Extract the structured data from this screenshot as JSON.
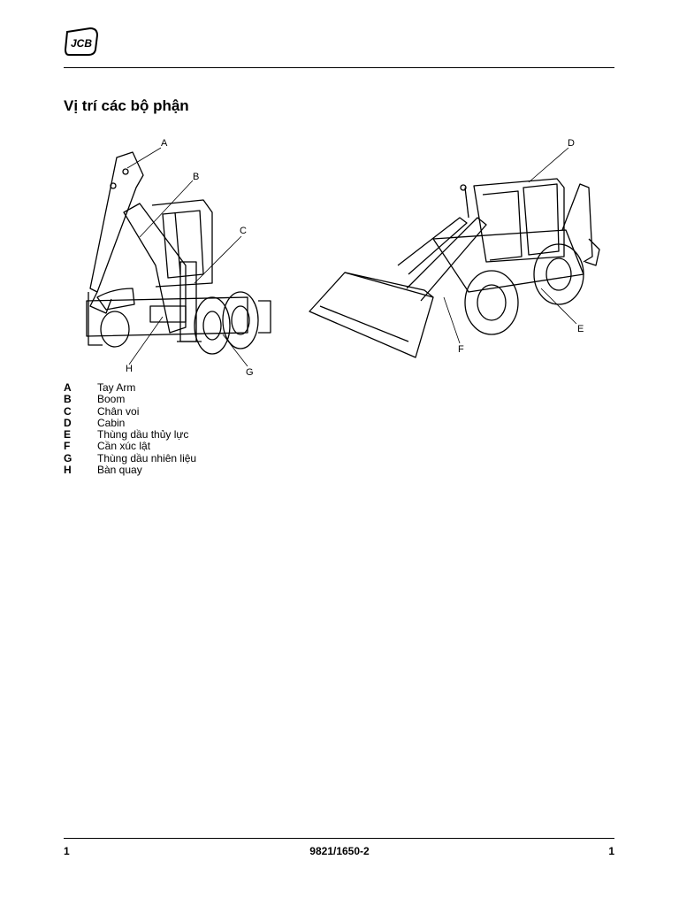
{
  "header": {
    "logo": "JCB"
  },
  "title": "Vị trí các bộ phận",
  "callouts": {
    "A": "A",
    "B": "B",
    "C": "C",
    "D": "D",
    "E": "E",
    "F": "F",
    "G": "G",
    "H": "H"
  },
  "legend": [
    {
      "key": "A",
      "text": "Tay Arm"
    },
    {
      "key": "B",
      "text": "Boom"
    },
    {
      "key": "C",
      "text": "Chân voi"
    },
    {
      "key": "D",
      "text": "Cabin"
    },
    {
      "key": "E",
      "text": "Thùng dầu thủy lực"
    },
    {
      "key": "F",
      "text": "Cần xúc lật"
    },
    {
      "key": "G",
      "text": "Thùng dầu nhiên liệu"
    },
    {
      "key": "H",
      "text": "Bàn quay"
    }
  ],
  "footer": {
    "left": "1",
    "center": "9821/1650-2",
    "right": "1"
  }
}
